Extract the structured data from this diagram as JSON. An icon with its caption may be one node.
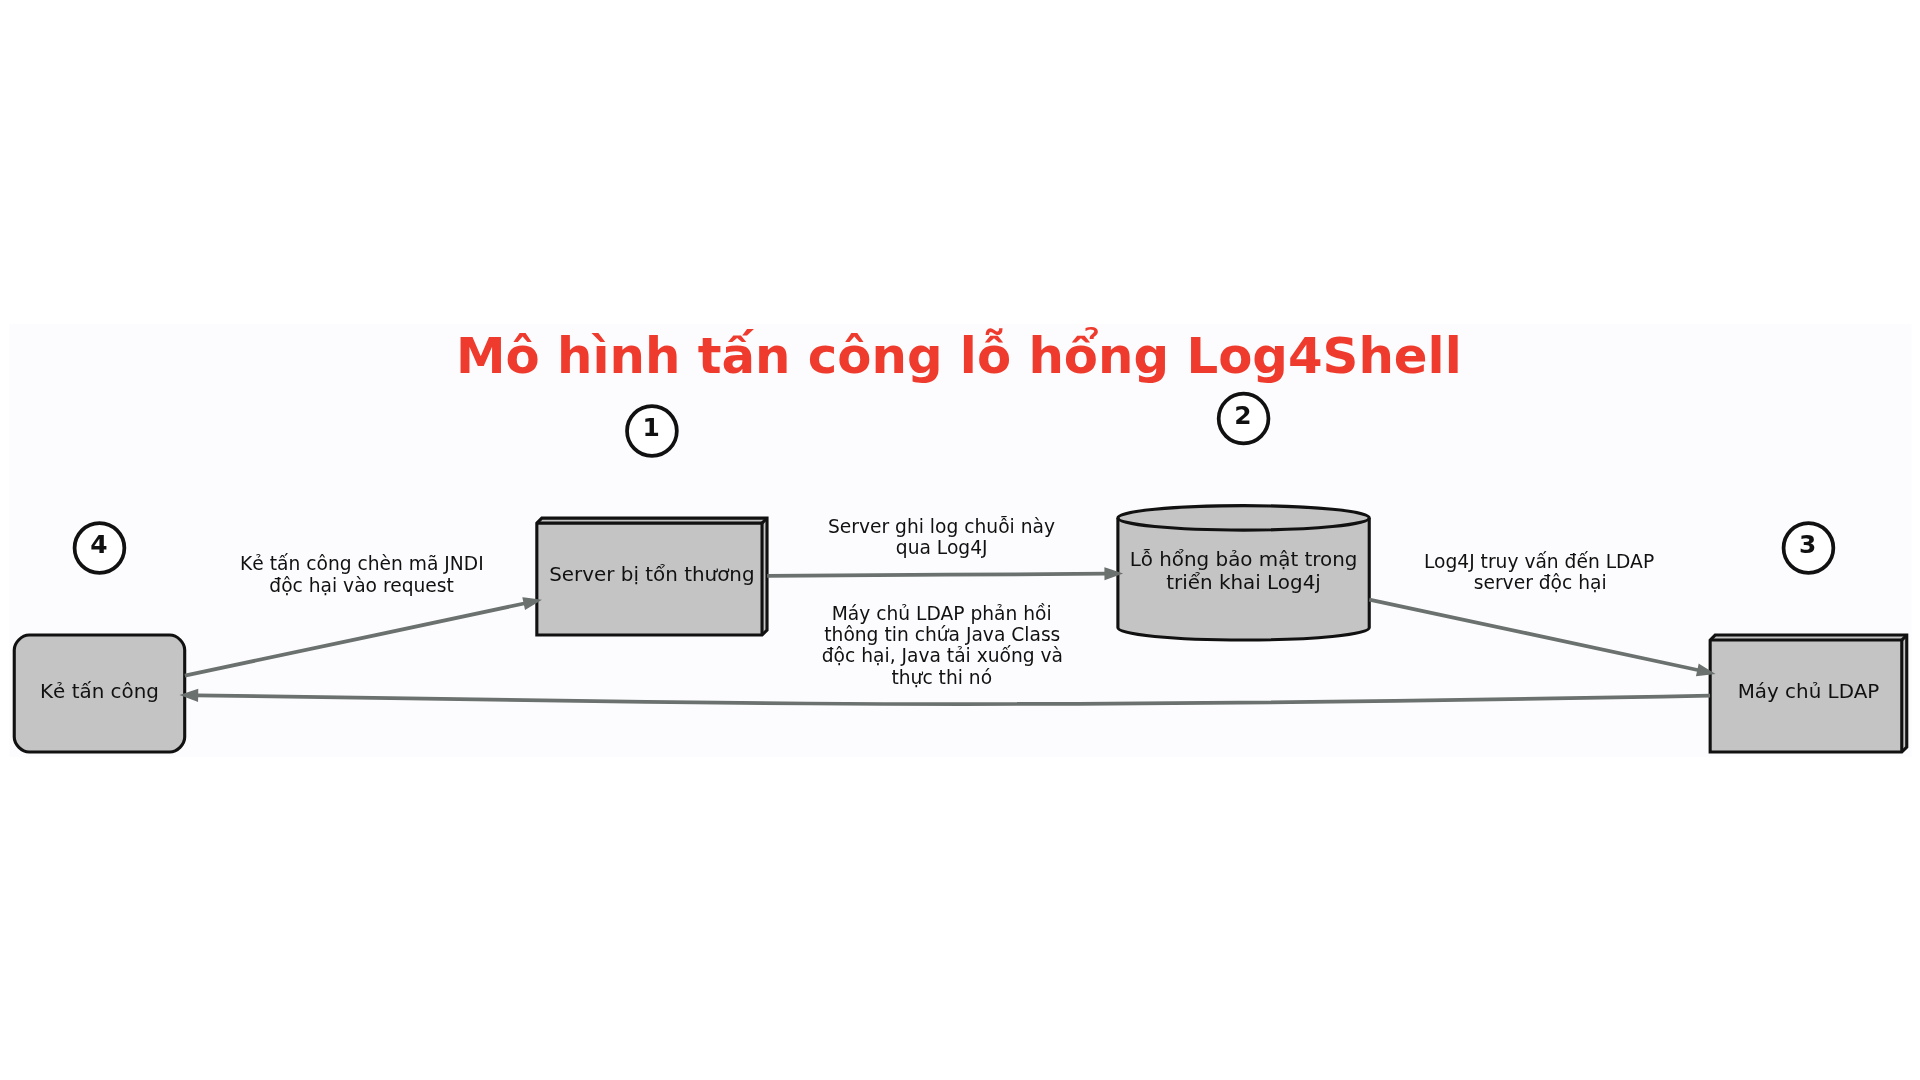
{
  "diagram": {
    "title": "Mô hình tấn công lỗ hổng Log4Shell",
    "nodes": [
      {
        "text": [
          "Kẻ tấn công"
        ]
      },
      {
        "text": [
          "1"
        ]
      },
      {
        "text": [
          "Server bị tổn thương"
        ]
      },
      {
        "text": [
          "2"
        ]
      },
      {
        "text": [
          "Lỗ hổng bảo mật trong triển khai Log4j"
        ]
      },
      {
        "text": [
          "3"
        ]
      },
      {
        "text": [
          "Máy chủ LDAP"
        ]
      },
      {
        "text": [
          "4"
        ]
      }
    ],
    "edges": [
      {
        "from": 0,
        "to": 2,
        "arrow": "to",
        "label": "Kẻ tấn công chèn mã JNDI độc hại vào request"
      },
      {
        "from": 2,
        "to": 4,
        "arrow": "to",
        "label": "Server ghi log chuỗi này qua Log4J"
      },
      {
        "from": 4,
        "to": 6,
        "arrow": "to",
        "label": "Log4J truy vấn đến LDAP server độc hại"
      },
      {
        "from": 6,
        "to": 0,
        "arrow": "to",
        "label": "Máy chủ LDAP phản hồi thông tin chứa Java Class độc hại, Java tải xuống và thực thi nó"
      }
    ]
  }
}
